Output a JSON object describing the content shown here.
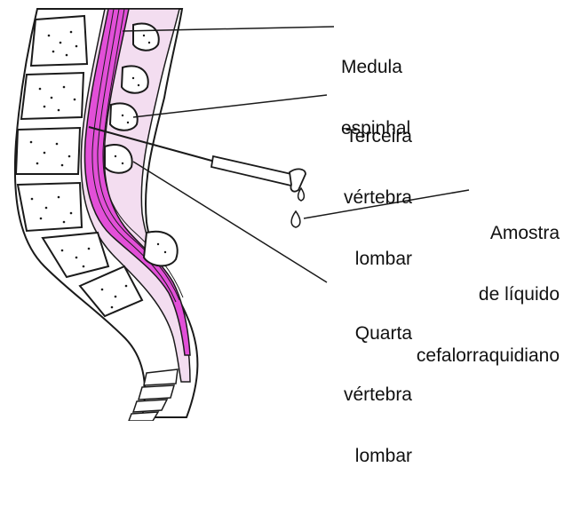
{
  "labels": {
    "spinal_cord": [
      "Medula",
      "espinhal"
    ],
    "third_vertebra": [
      "Terceira",
      "vértebra",
      "lombar"
    ],
    "fluid_sample": [
      "Amostra",
      "de líquido",
      "cefalorraquidiano"
    ],
    "fourth_vertebra": [
      "Quarta",
      "vértebra",
      "lombar"
    ]
  },
  "colors": {
    "spinal_cord": "#e24fd8",
    "dura_sac": "#f3ddf0",
    "bone_outline": "#1a1a1a"
  }
}
